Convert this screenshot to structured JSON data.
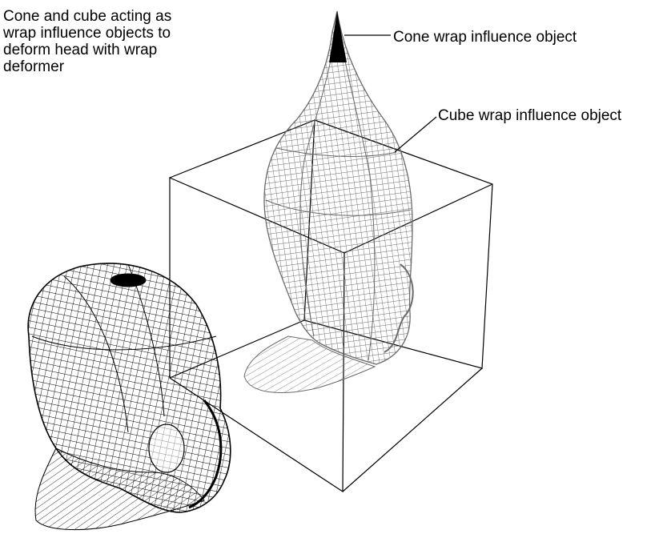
{
  "caption": {
    "lines": [
      "Cone and cube acting as",
      "wrap influence objects to",
      "deform head with wrap",
      "deformer"
    ]
  },
  "callouts": {
    "cone": "Cone wrap influence object",
    "cube": "Cube wrap influence object"
  },
  "colors": {
    "background": "#ffffff",
    "text": "#000000",
    "original_head_wire": "#000000",
    "deformed_head_wire": "#6a6a6a",
    "cube_wire": "#000000"
  },
  "icons": {
    "original-head": "black wireframe head (undeformed)",
    "deformed-head": "grey wireframe head stretched into cone",
    "cube": "wireframe cube",
    "cone": "black cone tip"
  }
}
